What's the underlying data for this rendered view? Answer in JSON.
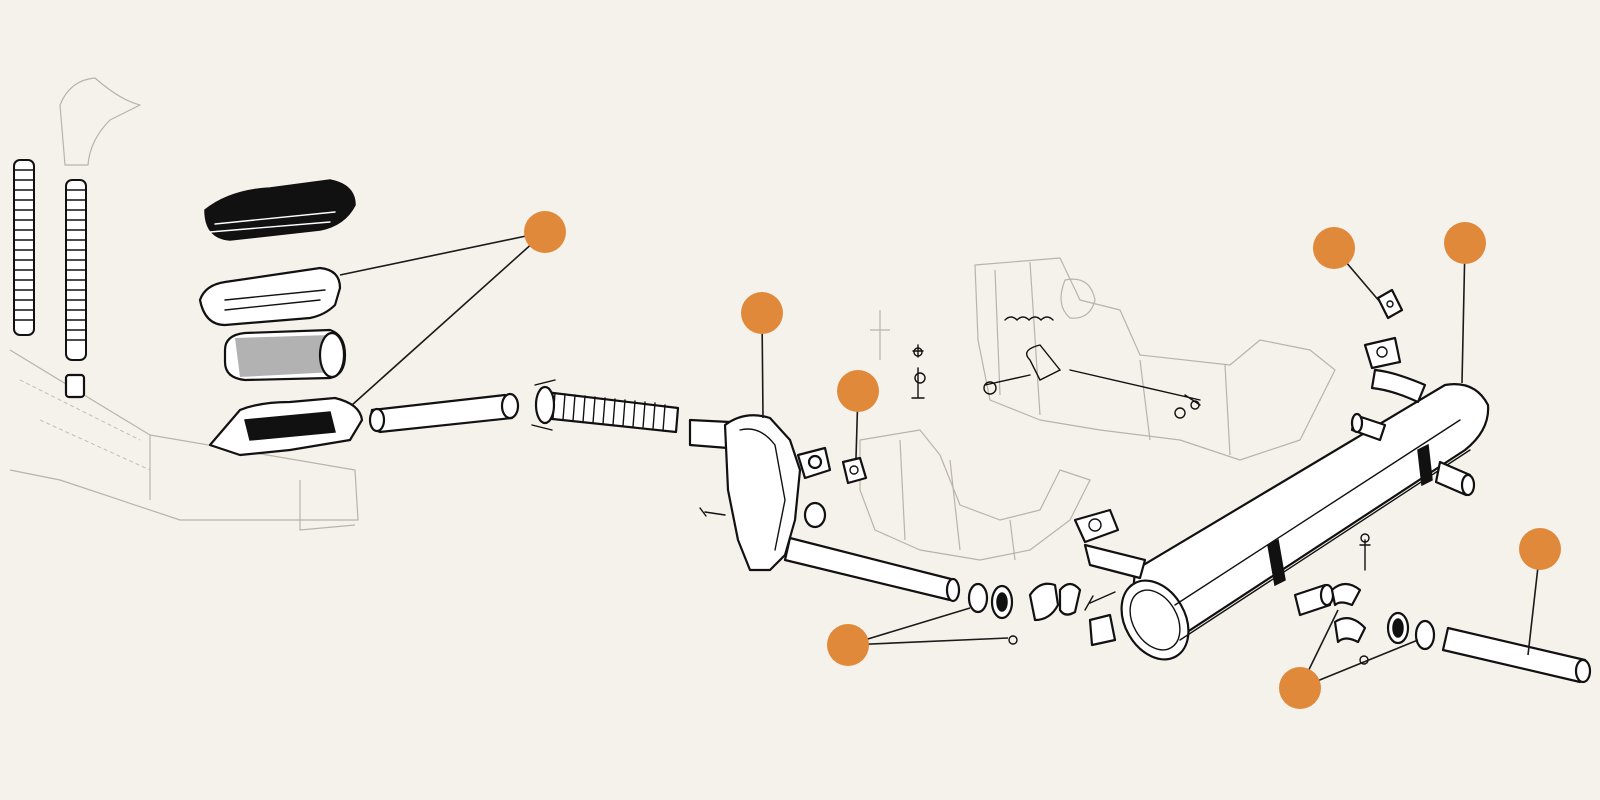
{
  "colors": {
    "background": "#f5f1eb",
    "marker": "#e0893a",
    "ink": "#111111",
    "ghost_ink": "#b8b4ad"
  },
  "hotspots": [
    {
      "id": "hotspot-catalytic-converter",
      "icon": "orange-circle"
    },
    {
      "id": "hotspot-heat-exchanger",
      "icon": "orange-circle"
    },
    {
      "id": "hotspot-flange-gasket",
      "icon": "orange-circle"
    },
    {
      "id": "hotspot-clamps-seals-left",
      "icon": "orange-circle"
    },
    {
      "id": "hotspot-mounting-gasket",
      "icon": "orange-circle"
    },
    {
      "id": "hotspot-muffler",
      "icon": "orange-circle"
    },
    {
      "id": "hotspot-tailpipe",
      "icon": "orange-circle"
    },
    {
      "id": "hotspot-clamps-seals-right",
      "icon": "orange-circle"
    }
  ]
}
